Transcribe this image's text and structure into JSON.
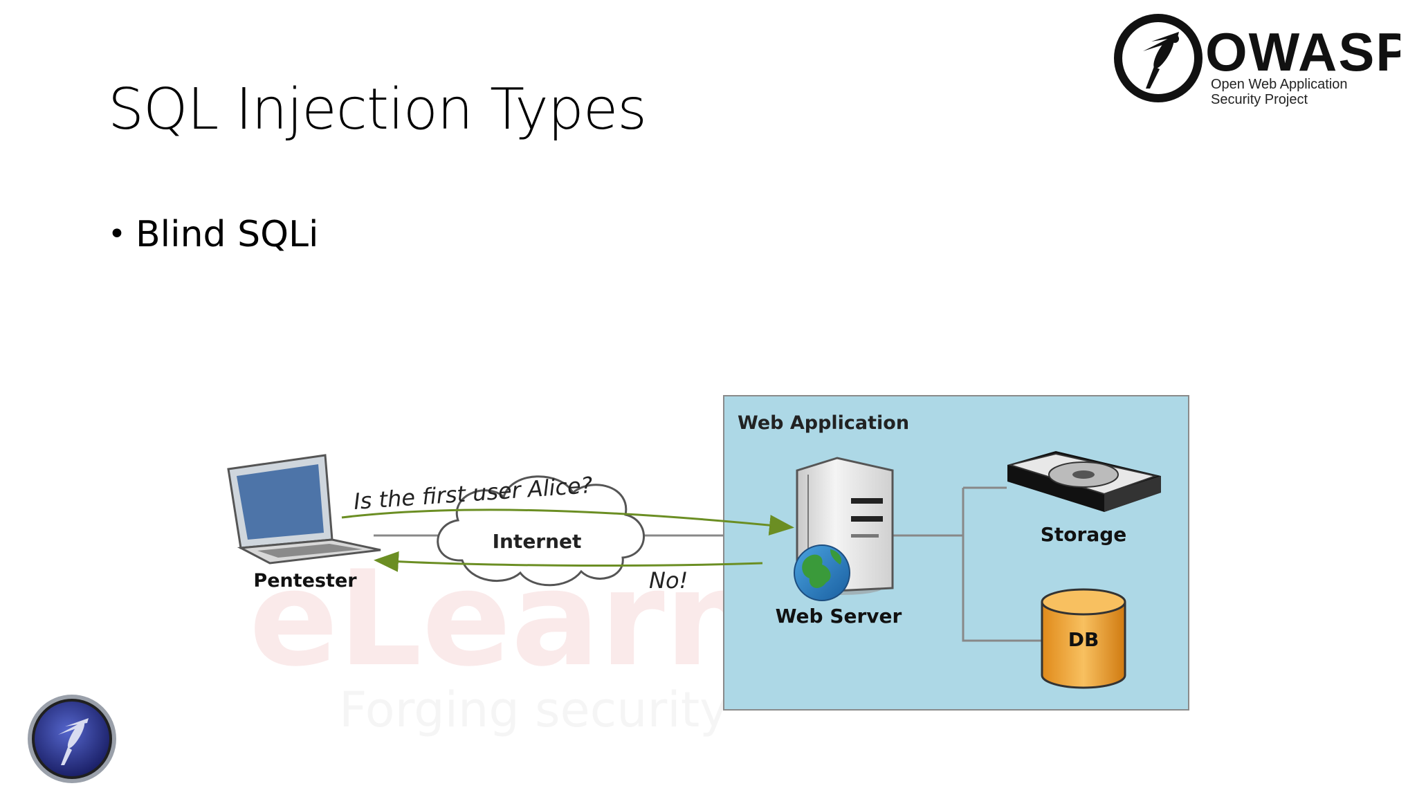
{
  "slide": {
    "title": "SQL Injection Types",
    "bullets": [
      {
        "text": "Blind SQLi"
      }
    ]
  },
  "logo": {
    "name": "OWASP",
    "tagline_line1": "Open Web Application",
    "tagline_line2": "Security Project"
  },
  "diagram": {
    "web_app_label": "Web Application",
    "pentester_label": "Pentester",
    "internet_label": "Internet",
    "web_server_label": "Web Server",
    "storage_label": "Storage",
    "db_label": "DB",
    "request_text": "Is the first user Alice?",
    "response_text": "No!",
    "watermark_text": "eLearnS",
    "watermark_sub": "Forging security"
  },
  "colors": {
    "web_app_fill": "#add8e6",
    "arrow": "#6b8e23",
    "db_fill": "#f0a030",
    "watermark": "#f6dada"
  }
}
